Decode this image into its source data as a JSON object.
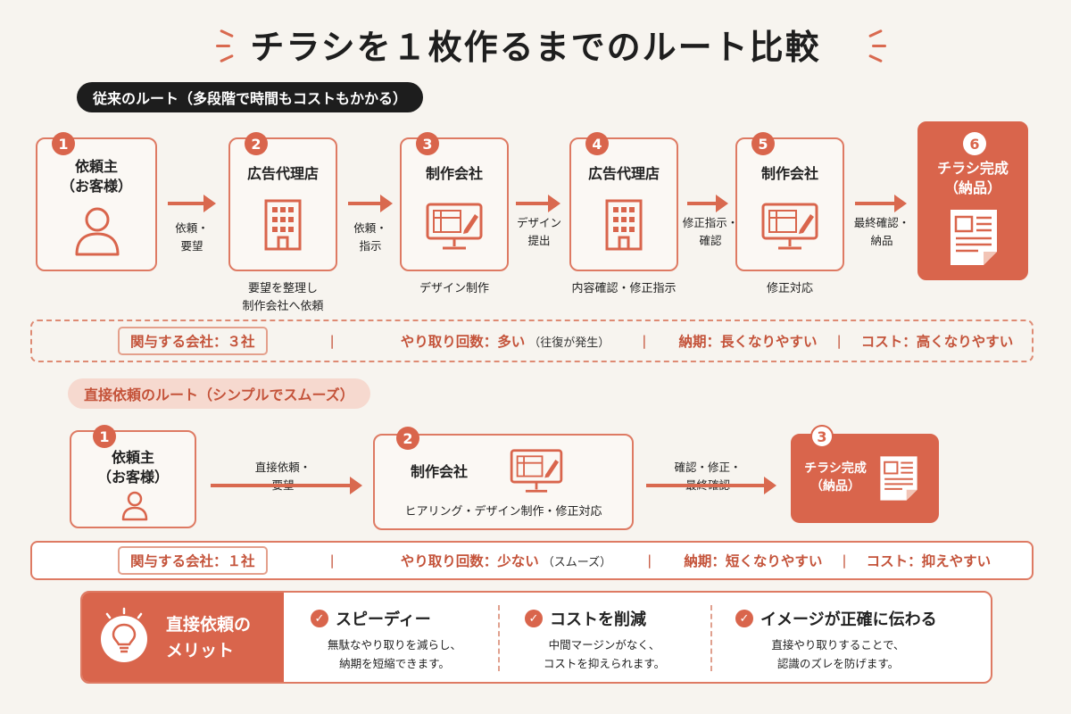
{
  "title": "チラシを１枚作るまでのルート比較",
  "colors": {
    "accent": "#d9654c",
    "dark": "#1d1d1d",
    "light_accent": "#f6d9cf",
    "background": "#f7f4ef"
  },
  "traditional": {
    "heading": "従来のルート（多段階で時間もコストもかかる）",
    "steps": [
      {
        "num": "1",
        "label": "依頼主\n（お客様）",
        "icon": "person-icon",
        "note": ""
      },
      {
        "num": "2",
        "label": "広告代理店",
        "icon": "building-icon",
        "note": "要望を整理し\n制作会社へ依頼"
      },
      {
        "num": "3",
        "label": "制作会社",
        "icon": "monitor-design-icon",
        "note": "デザイン制作"
      },
      {
        "num": "4",
        "label": "広告代理店",
        "icon": "building-icon",
        "note": "内容確認・修正指示"
      },
      {
        "num": "5",
        "label": "制作会社",
        "icon": "monitor-design-icon",
        "note": "修正対応"
      },
      {
        "num": "6",
        "label": "チラシ完成\n（納品）",
        "icon": "flyer-document-icon",
        "note": ""
      }
    ],
    "arrows": [
      "依頼・\n要望",
      "依頼・\n指示",
      "デザイン\n提出",
      "修正指示・\n確認",
      "最終確認・\n納品"
    ],
    "summary": {
      "companies": "関与する会社：３社",
      "exchanges": "やり取り回数：多い",
      "exchanges_note": "（往復が発生）",
      "delivery": "納期：長くなりやすい",
      "cost": "コスト：高くなりやすい"
    }
  },
  "direct": {
    "heading": "直接依頼のルート（シンプルでスムーズ）",
    "steps": [
      {
        "num": "1",
        "label": "依頼主\n（お客様）",
        "icon": "person-icon"
      },
      {
        "num": "2",
        "label": "制作会社",
        "icon": "monitor-design-icon",
        "note": "ヒアリング・デザイン制作・修正対応"
      },
      {
        "num": "3",
        "label": "チラシ完成\n（納品）",
        "icon": "flyer-document-icon"
      }
    ],
    "arrows": [
      "直接依頼・\n要望",
      "確認・修正・\n最終確認"
    ],
    "summary": {
      "companies": "関与する会社：１社",
      "exchanges": "やり取り回数：少ない",
      "exchanges_note": "（スムーズ）",
      "delivery": "納期：短くなりやすい",
      "cost": "コスト：抑えやすい"
    }
  },
  "merits": {
    "heading": "直接依頼の\nメリット",
    "icon": "lightbulb-icon",
    "items": [
      {
        "title": "スピーディー",
        "desc": "無駄なやり取りを減らし、\n納期を短縮できます。"
      },
      {
        "title": "コストを削減",
        "desc": "中間マージンがなく、\nコストを抑えられます。"
      },
      {
        "title": "イメージが正確に伝わる",
        "desc": "直接やり取りすることで、\n認識のズレを防げます。"
      }
    ]
  }
}
